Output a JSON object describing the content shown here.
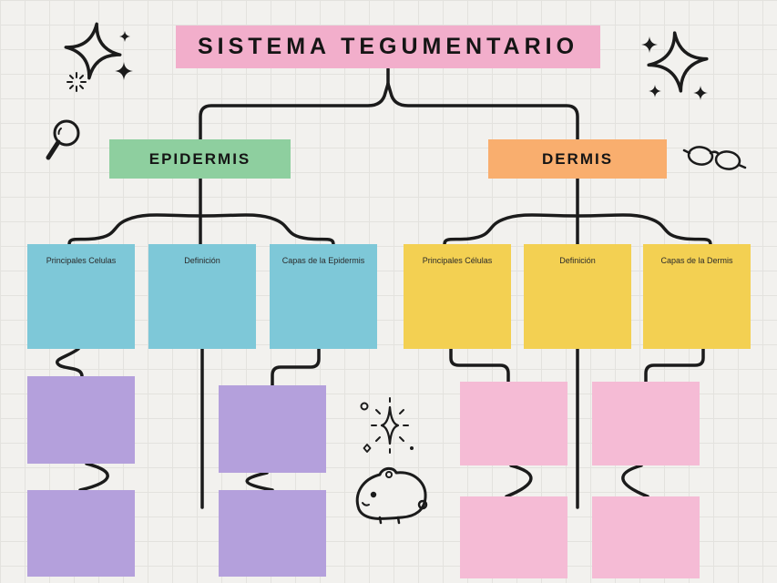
{
  "canvas": {
    "background": "#f2f1ee",
    "grid_color": "#e3e2de",
    "line_color": "#1b1b1b"
  },
  "title": {
    "label": "SISTEMA TEGUMENTARIO",
    "bg": "#f2aecb"
  },
  "branches": [
    {
      "label": "EPIDERMIS",
      "bg": "#8ecf9f",
      "children": [
        {
          "label": "Principales Celulas"
        },
        {
          "label": "Definición"
        },
        {
          "label": "Capas de la Epidermis"
        }
      ],
      "child_bg": "#7ec8d8",
      "note_bg": "#b4a0dc"
    },
    {
      "label": "DERMIS",
      "bg": "#f9ae6e",
      "children": [
        {
          "label": "Principales Células"
        },
        {
          "label": "Definición"
        },
        {
          "label": "Capas de la Dermis"
        }
      ],
      "child_bg": "#f3d052",
      "note_bg": "#f5bbd5"
    }
  ],
  "decorations": {
    "sparkles_left": "sparkles-icon",
    "sparkles_right": "sparkles-icon",
    "magnifier": "magnifying-glass-icon",
    "glasses": "glasses-icon",
    "sparkle_burst": "sparkle-burst-icon",
    "hamster": "hamster-icon"
  }
}
